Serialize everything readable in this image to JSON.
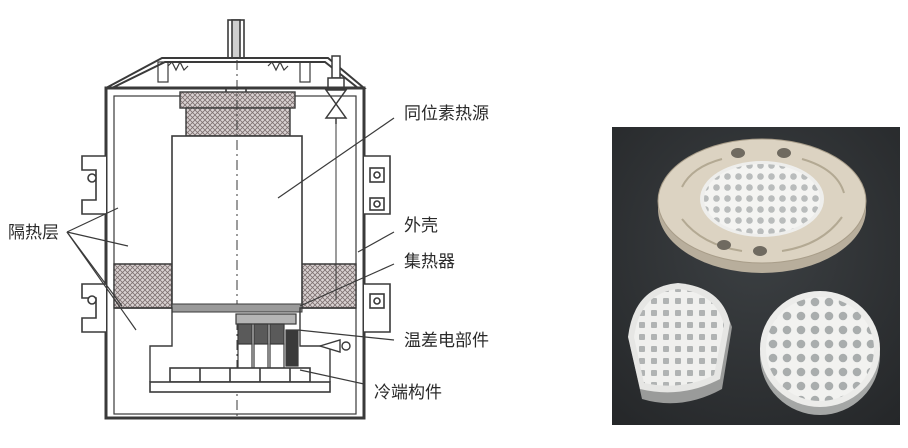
{
  "labels": {
    "heat_source": "同位素热源",
    "insulation": "隔热层",
    "shell": "外壳",
    "collector": "集热器",
    "thermoelectric": "温差电部件",
    "cold_end": "冷端构件"
  },
  "colors": {
    "line": "#3a3a3a",
    "hatch": "#8a7f7f",
    "photo_bg": "#2e3134",
    "ceramic_outer": "#dcd3c2",
    "ceramic_white": "#f2f2f0"
  }
}
